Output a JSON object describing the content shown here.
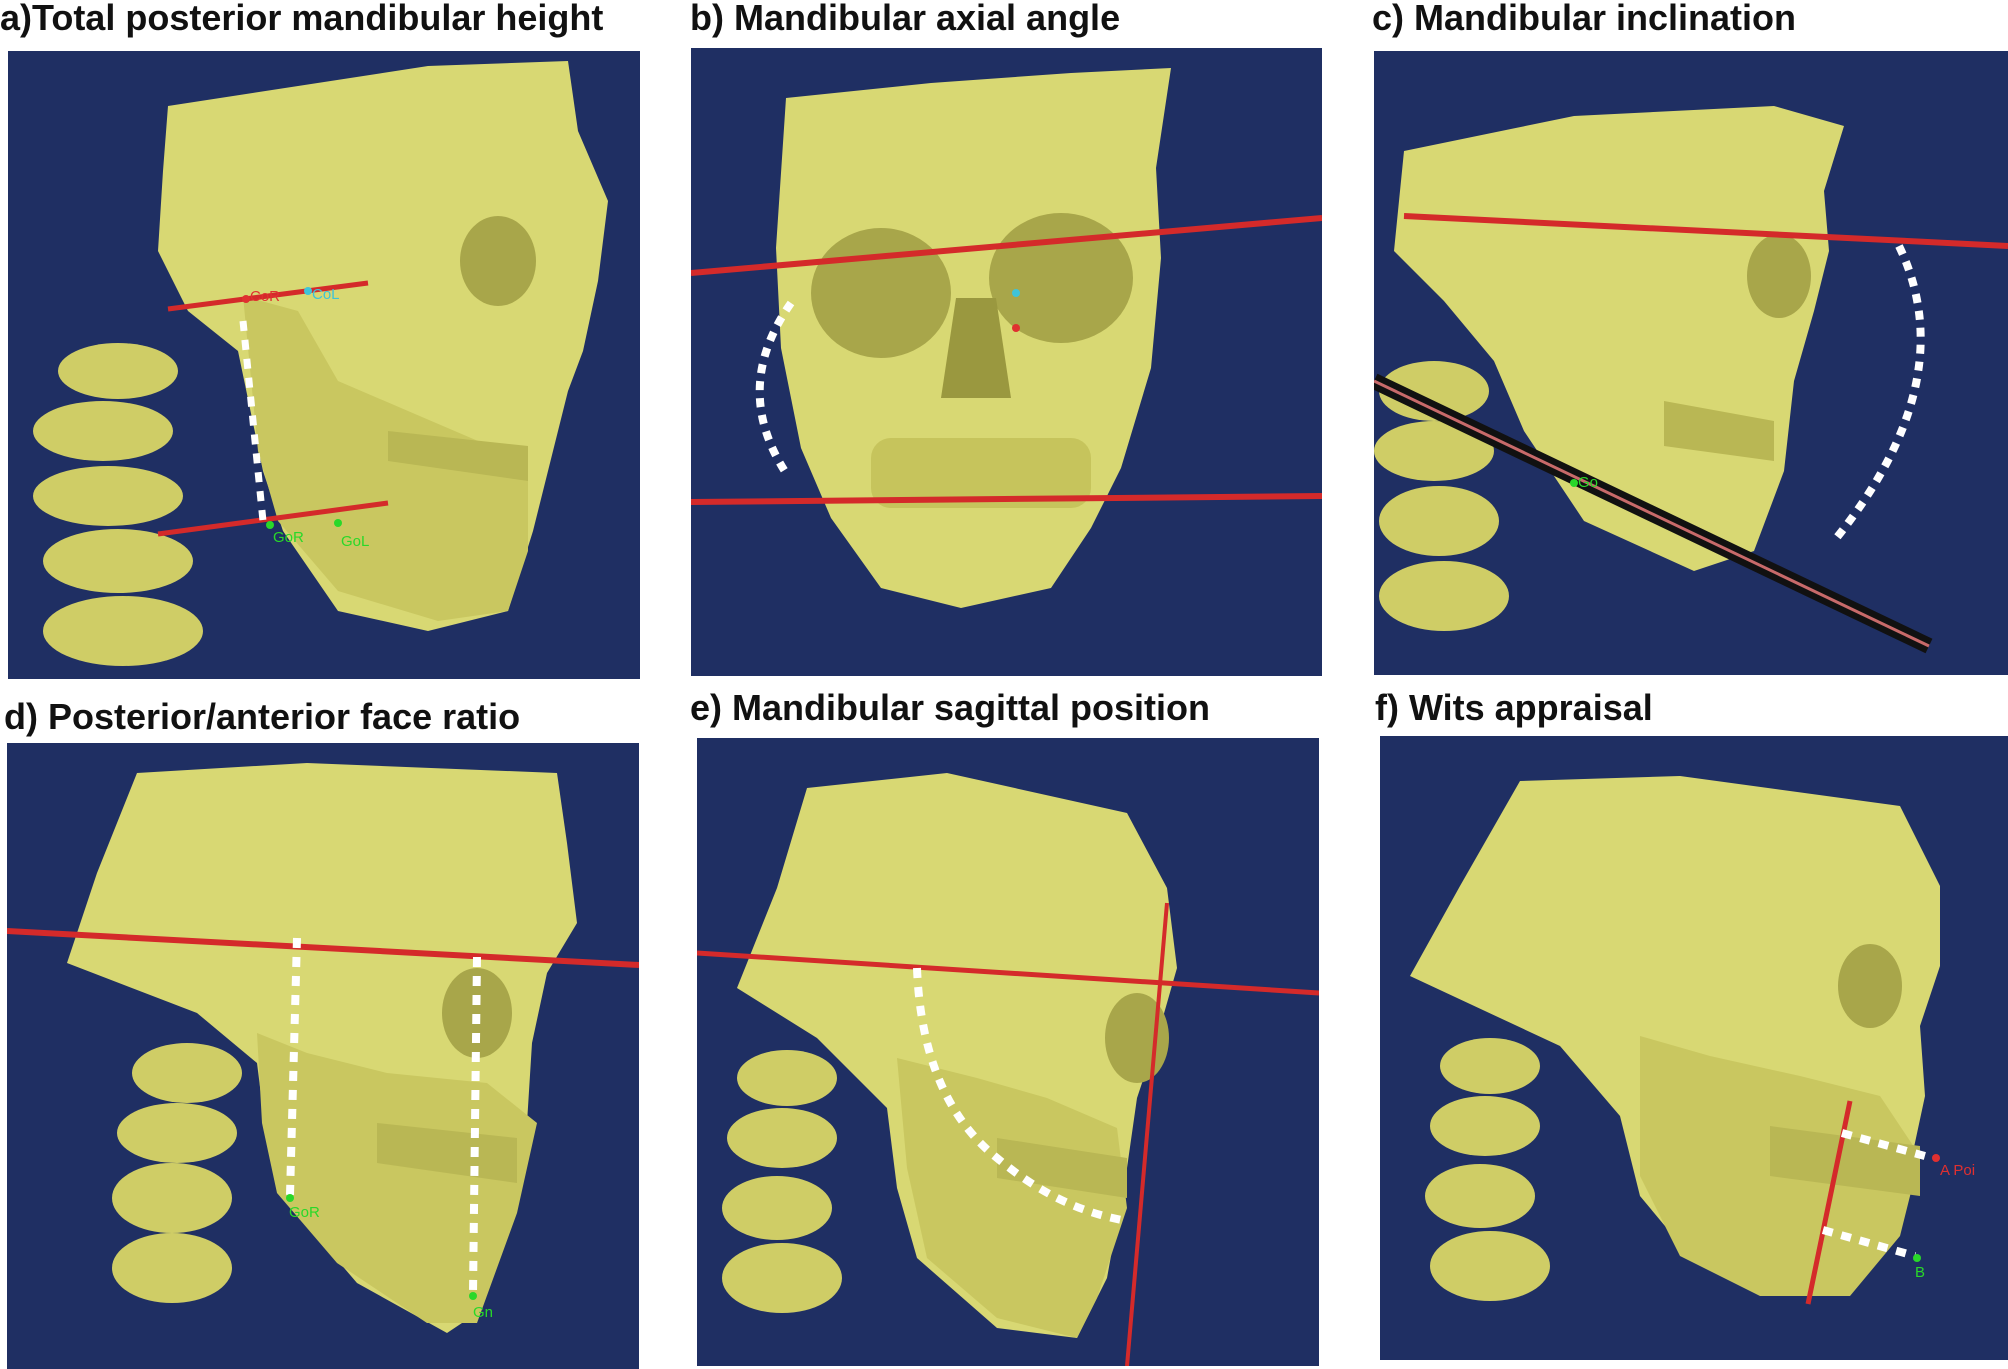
{
  "colors": {
    "background": "#ffffff",
    "panel_bg": "#1f2f63",
    "bone": "#d8d873",
    "bone_shadow": "#a8a64a",
    "reference_line": "#d42a2a",
    "measure_line": "#ffffff",
    "landmark_green": "#29d829",
    "landmark_cyan": "#3fc3d8",
    "landmark_red": "#e03030"
  },
  "panels": [
    {
      "id": "a",
      "title": "a)Total posterior mandibular height",
      "view": "lateral-oblique",
      "landmarks": [
        "CoR",
        "CoL",
        "GoR",
        "GoL"
      ]
    },
    {
      "id": "b",
      "title": "b) Mandibular axial angle",
      "view": "frontal",
      "landmarks": []
    },
    {
      "id": "c",
      "title": "c) Mandibular inclination",
      "view": "lateral",
      "landmarks": [
        "Go"
      ]
    },
    {
      "id": "d",
      "title": "d) Posterior/anterior face ratio",
      "view": "lateral-oblique",
      "landmarks": [
        "GoR",
        "Gn"
      ]
    },
    {
      "id": "e",
      "title": "e) Mandibular sagittal position",
      "view": "lateral-oblique",
      "landmarks": []
    },
    {
      "id": "f",
      "title": "f) Wits appraisal",
      "view": "lateral-oblique",
      "landmarks": [
        "A Poi",
        "B"
      ]
    }
  ]
}
